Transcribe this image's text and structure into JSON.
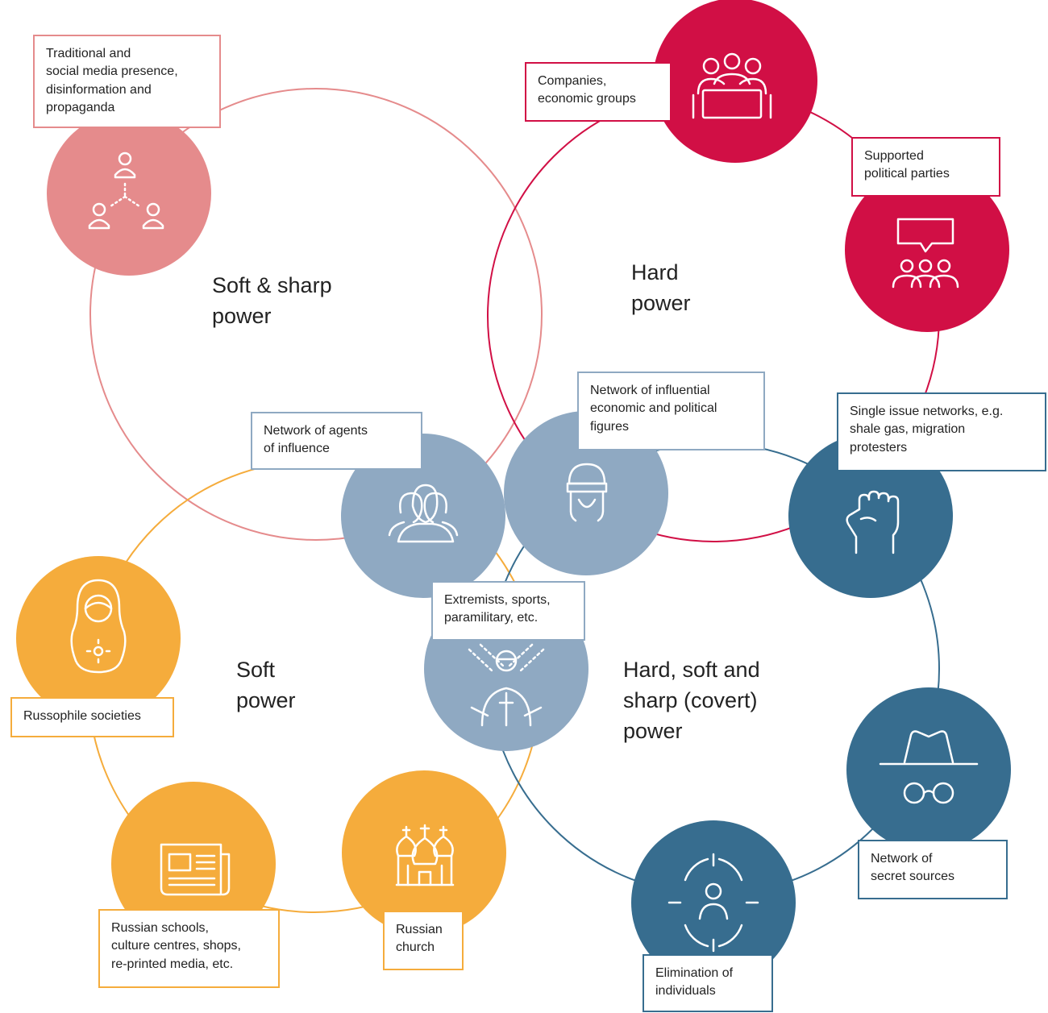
{
  "colors": {
    "soft_sharp": "#e58b8c",
    "hard": "#d10f45",
    "network": "#8fa9c2",
    "covert": "#376d8f",
    "soft": "#f5ac3c"
  },
  "regions": {
    "soft_sharp": "Soft & sharp\npower",
    "hard": "Hard\npower",
    "soft": "Soft\npower",
    "covert": "Hard, soft and\nsharp (covert)\npower"
  },
  "nodes": {
    "media": {
      "label": "Traditional and\nsocial media presence,\ndisinformation and\npropaganda",
      "icon": "social-network-icon"
    },
    "companies": {
      "label": "Companies,\neconomic groups",
      "icon": "meeting-table-icon"
    },
    "parties": {
      "label": "Supported\npolitical parties",
      "icon": "speech-group-icon"
    },
    "agents": {
      "label": "Network of agents\nof influence",
      "icon": "people-group-icon"
    },
    "figures": {
      "label": "Network of influential\neconomic and political\nfigures",
      "icon": "fur-hat-icon"
    },
    "single_issue": {
      "label": "Single issue networks, e.g.\nshale gas, migration\nprotesters",
      "icon": "raised-fist-icon"
    },
    "extremists": {
      "label": "Extremists, sports,\nparamilitary, etc.",
      "icon": "paramilitary-icon"
    },
    "russophile": {
      "label": "Russophile societies",
      "icon": "matryoshka-icon"
    },
    "secret_sources": {
      "label": "Network of\nsecret sources",
      "icon": "spy-icon"
    },
    "schools": {
      "label": "Russian schools,\nculture centres, shops,\nre-printed media, etc.",
      "icon": "newspaper-icon"
    },
    "church": {
      "label": "Russian\nchurch",
      "icon": "church-icon"
    },
    "elimination": {
      "label": "Elimination of\nindividuals",
      "icon": "target-person-icon"
    }
  }
}
